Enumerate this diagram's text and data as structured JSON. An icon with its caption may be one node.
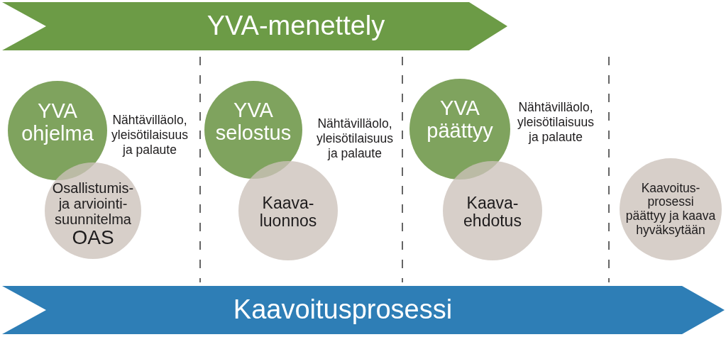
{
  "diagram": {
    "nodes": [
      {
        "text": [
          "YVA-menettely"
        ]
      },
      {
        "text": [
          "YVA ohjelma"
        ]
      },
      {
        "text": [
          "Osallistumis- ja arviointi- suunnitelma",
          "OAS"
        ]
      },
      {
        "text": [
          "YVA selostus"
        ]
      },
      {
        "text": [
          "Kaava- luonnos"
        ]
      },
      {
        "text": [
          "YVA päättyy"
        ]
      },
      {
        "text": [
          "Kaava- ehdotus"
        ]
      },
      {
        "text": [
          "Kaavoitus- prosessi päättyy ja kaava hyväksytään"
        ]
      },
      {
        "text": [
          "Kaavoitusprosessi"
        ]
      }
    ],
    "labels": [
      "Nähtävilläolo, yleisötilaisuus ja palaute",
      "Nähtävilläolo, yleisötilaisuus ja palaute",
      "Nähtävilläolo, yleisötilaisuus ja palaute"
    ]
  }
}
